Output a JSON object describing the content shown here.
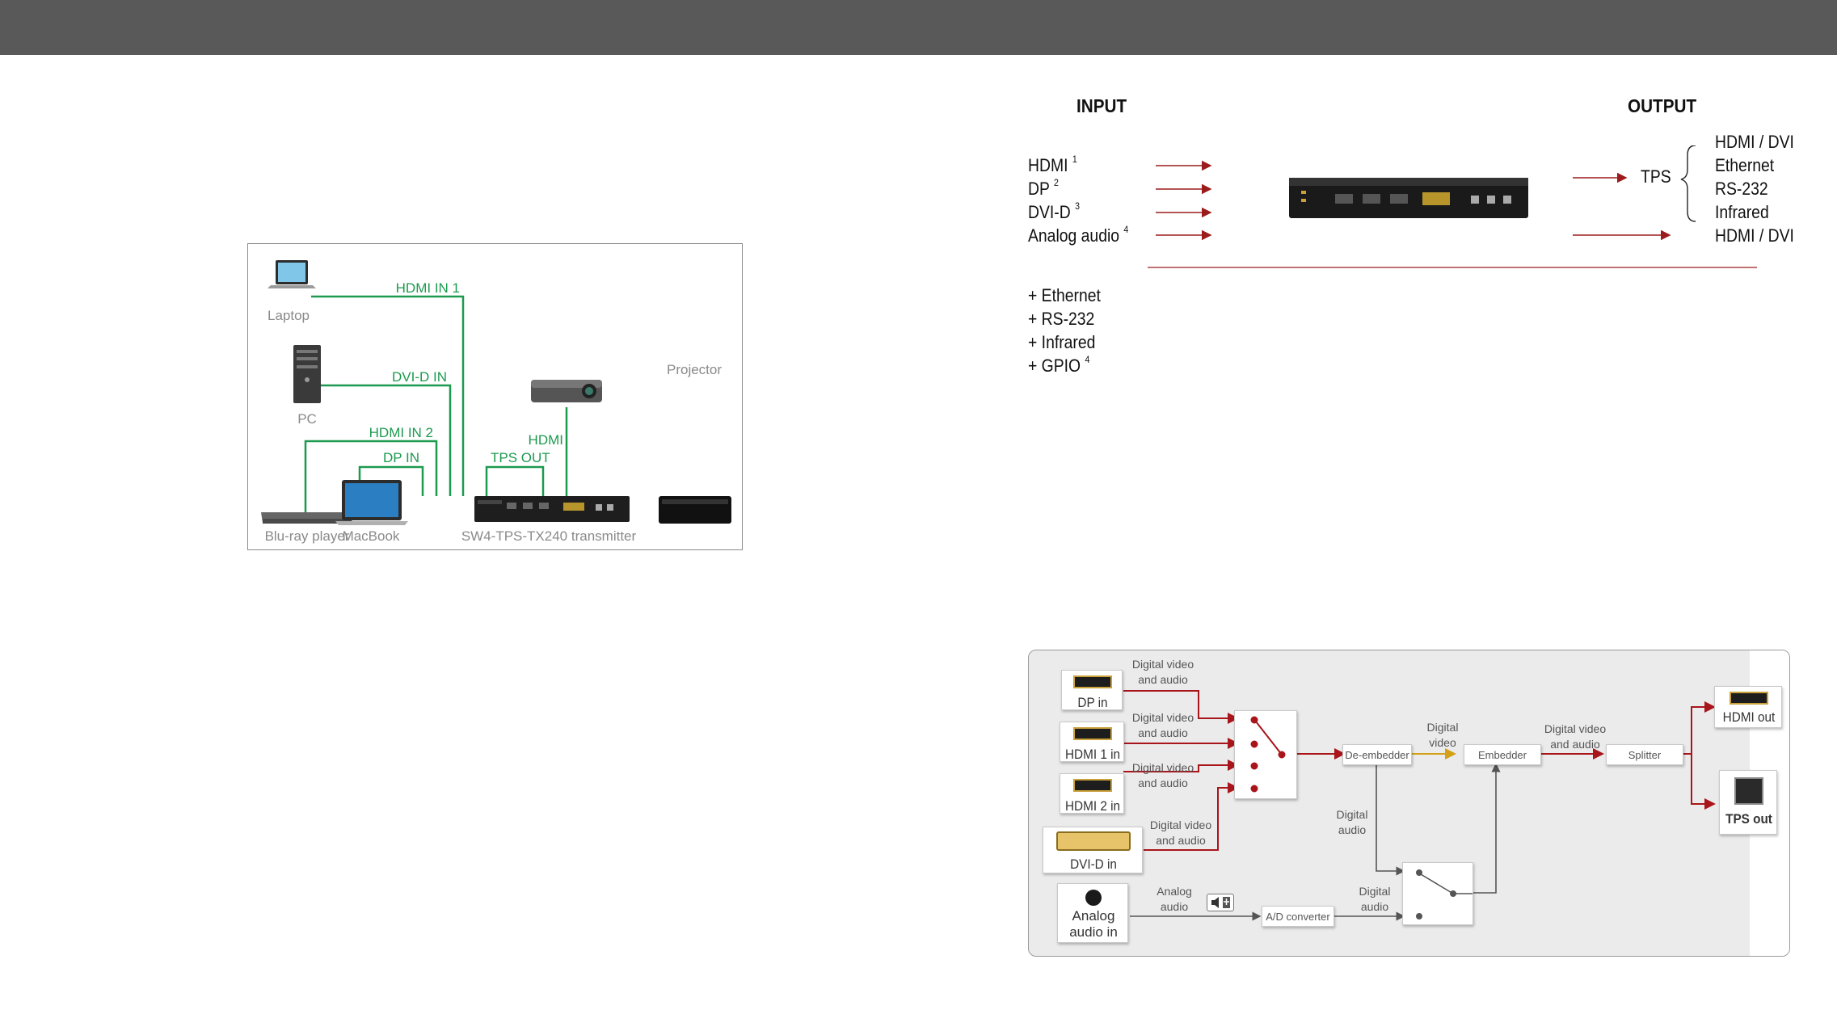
{
  "header": {
    "bar_color": "#595959"
  },
  "application": {
    "devices": {
      "laptop": "Laptop",
      "pc": "PC",
      "projector": "Projector",
      "bluray": "Blu-ray player",
      "macbook": "MacBook",
      "transmitter": "SW4-TPS-TX240 transmitter"
    },
    "cables": {
      "hdmi_in_1": "HDMI IN 1",
      "dvi_d_in": "DVI-D IN",
      "hdmi_in_2": "HDMI IN 2",
      "dp_in": "DP IN",
      "tps_out": "TPS OUT",
      "hdmi": "HDMI"
    },
    "cable_color": "#1c9a4f"
  },
  "overview": {
    "input_heading": "INPUT",
    "output_heading": "OUTPUT",
    "inputs": [
      {
        "label": "HDMI",
        "note": "1"
      },
      {
        "label": "DP",
        "note": "2"
      },
      {
        "label": "DVI-D",
        "note": "3"
      },
      {
        "label": "Analog audio",
        "note": "4"
      }
    ],
    "tps_label": "TPS",
    "tps_outputs": [
      "HDMI / DVI",
      "Ethernet",
      "RS-232",
      "Infrared"
    ],
    "local_output": "HDMI / DVI",
    "extras": [
      {
        "label": "+ Ethernet",
        "note": ""
      },
      {
        "label": "+ RS-232",
        "note": ""
      },
      {
        "label": "+ Infrared",
        "note": ""
      },
      {
        "label": "+ GPIO",
        "note": "4"
      }
    ],
    "arrow_color": "#9b1c1c"
  },
  "block_diagram": {
    "ports_in": [
      "DP in",
      "HDMI 1 in",
      "HDMI 2 in",
      "DVI-D in",
      "Analog\naudio in"
    ],
    "signal_labels": {
      "dvaud_1": "Digital video\nand audio",
      "dvaud_2": "Digital video\nand audio",
      "dvaud_3": "Digital video\nand audio",
      "dvaud_4": "Digital video\nand audio",
      "analog_audio": "Analog\naudio",
      "digital_video": "Digital\nvideo",
      "digital_audio_1": "Digital\naudio",
      "digital_audio_2": "Digital\naudio",
      "dvaud_out": "Digital video\nand audio"
    },
    "blocks": {
      "deembedder": "De-embedder",
      "embedder": "Embedder",
      "splitter": "Splitter",
      "adc": "A/D converter"
    },
    "ports_out": {
      "hdmi": "HDMI out",
      "tps": "TPS out"
    },
    "signal_color": "#a8151b",
    "video_color": "#d4a017",
    "audio_color": "#555555"
  }
}
